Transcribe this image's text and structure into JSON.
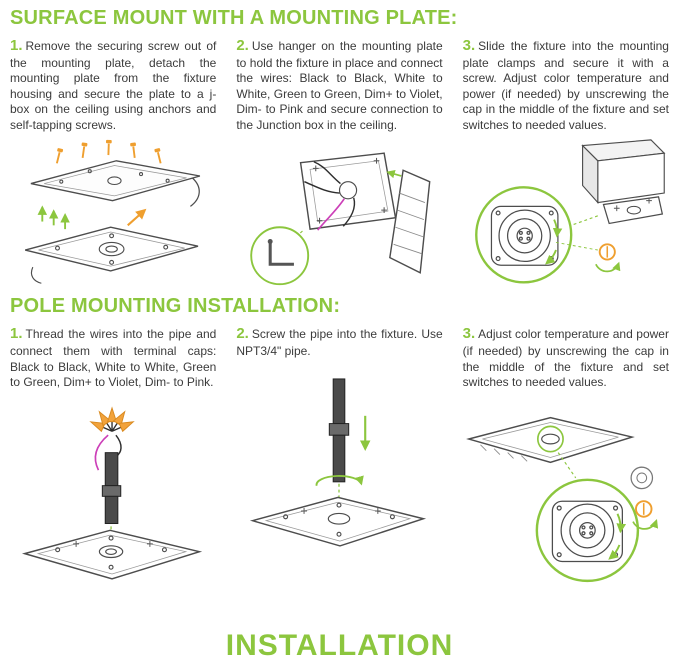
{
  "colors": {
    "accent_green": "#8cc63e",
    "text": "#3b3b3b",
    "orange": "#ef9f2f",
    "magenta": "#cc3fb8"
  },
  "sections": [
    {
      "title": "SURFACE MOUNT WITH A MOUNTING PLATE:",
      "steps": [
        {
          "number": "1.",
          "text": "Remove the securing screw out of the mounting plate, detach the mounting plate from the fixture housing and secure the plate to a j-box on the ceiling using anchors and self-tapping screws."
        },
        {
          "number": "2.",
          "text": "Use hanger on the mounting plate to hold the fixture in place and connect the wires: Black to Black, White to White, Green to Green, Dim+ to Violet, Dim- to Pink and secure connection to the Junction box in the ceiling."
        },
        {
          "number": "3.",
          "text": "Slide the fixture into the mounting plate clamps and secure it with a screw. Adjust color temperature and power (if needed) by unscrewing the cap in the middle of the fixture and set switches to needed values."
        }
      ]
    },
    {
      "title": "POLE MOUNTING INSTALLATION:",
      "steps": [
        {
          "number": "1.",
          "text": "Thread the wires into the pipe and connect them with terminal caps: Black to Black, White to White, Green to Green, Dim+ to Violet, Dim- to Pink."
        },
        {
          "number": "2.",
          "text": "Screw the pipe into the fixture. Use NPT3/4\" pipe."
        },
        {
          "number": "3.",
          "text": "Adjust color temperature and power (if needed) by unscrewing the cap in the middle of the fixture and set switches to needed values."
        }
      ]
    }
  ],
  "footer": {
    "title": "INSTALLATION"
  }
}
